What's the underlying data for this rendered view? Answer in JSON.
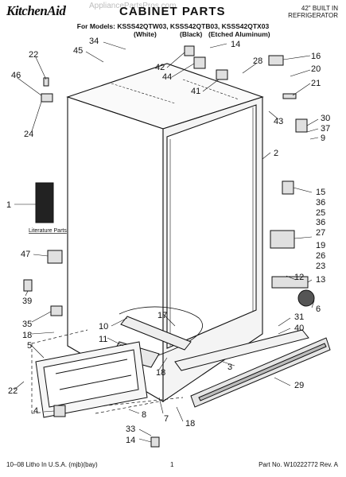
{
  "header": {
    "brand": "KitchenAid",
    "title": "CABINET PARTS",
    "watermark": "AppliancePartsPros.com",
    "product_line1": "42\" BUILT IN",
    "product_line2": "REFRIGERATOR",
    "models_line": "For Models: KSSS42QTW03, KSSS42QTB03, KSSS42QTX03",
    "variant_white": "(White)",
    "variant_black": "(Black)",
    "variant_aluminum": "(Etched Aluminum)"
  },
  "literature_label": "Literature Parts",
  "callouts": [
    "34",
    "45",
    "22",
    "46",
    "24",
    "42",
    "44",
    "14",
    "28",
    "16",
    "20",
    "21",
    "41",
    "43",
    "30",
    "37",
    "9",
    "2",
    "1",
    "15",
    "36",
    "25",
    "36",
    "27",
    "19",
    "26",
    "23",
    "13",
    "47",
    "12",
    "6",
    "39",
    "35",
    "18",
    "10",
    "17",
    "11",
    "5",
    "3",
    "31",
    "40",
    "29",
    "22",
    "18",
    "4",
    "7",
    "8",
    "18",
    "33",
    "14"
  ],
  "footer": {
    "left": "10–08 Litho In U.S.A. (mjb)(bay)",
    "page": "1",
    "right": "Part No. W10222772 Rev. A"
  }
}
